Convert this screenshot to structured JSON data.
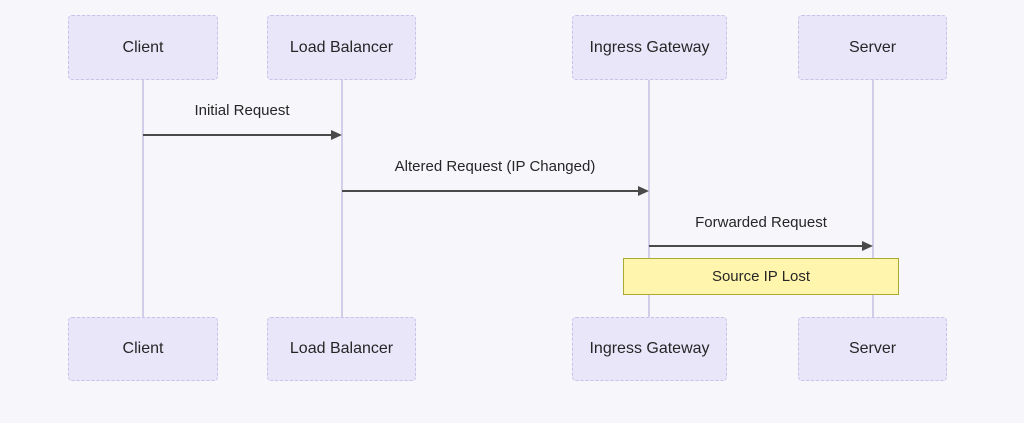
{
  "diagram": {
    "type": "sequence-diagram",
    "actors": [
      {
        "id": "client",
        "label": "Client"
      },
      {
        "id": "load-balancer",
        "label": "Load Balancer"
      },
      {
        "id": "ingress-gateway",
        "label": "Ingress Gateway"
      },
      {
        "id": "server",
        "label": "Server"
      }
    ],
    "messages": [
      {
        "from": "client",
        "to": "load-balancer",
        "label": "Initial Request",
        "line_style": "solid",
        "arrow": "filled"
      },
      {
        "from": "load-balancer",
        "to": "ingress-gateway",
        "label": "Altered Request (IP Changed)",
        "line_style": "solid",
        "arrow": "filled"
      },
      {
        "from": "ingress-gateway",
        "to": "server",
        "label": "Forwarded Request",
        "line_style": "solid",
        "arrow": "filled"
      }
    ],
    "note": {
      "label": "Source IP Lost",
      "over": [
        "ingress-gateway",
        "server"
      ]
    },
    "colors": {
      "background": "#f7f7fb",
      "actor_fill": "#e9e6fa",
      "actor_border": "#c9c2e8",
      "lifeline": "#d3cdea",
      "message": "#4a4a4a",
      "note_fill": "#fff5ad",
      "note_border": "#aaaa33",
      "text": "#262626"
    }
  }
}
